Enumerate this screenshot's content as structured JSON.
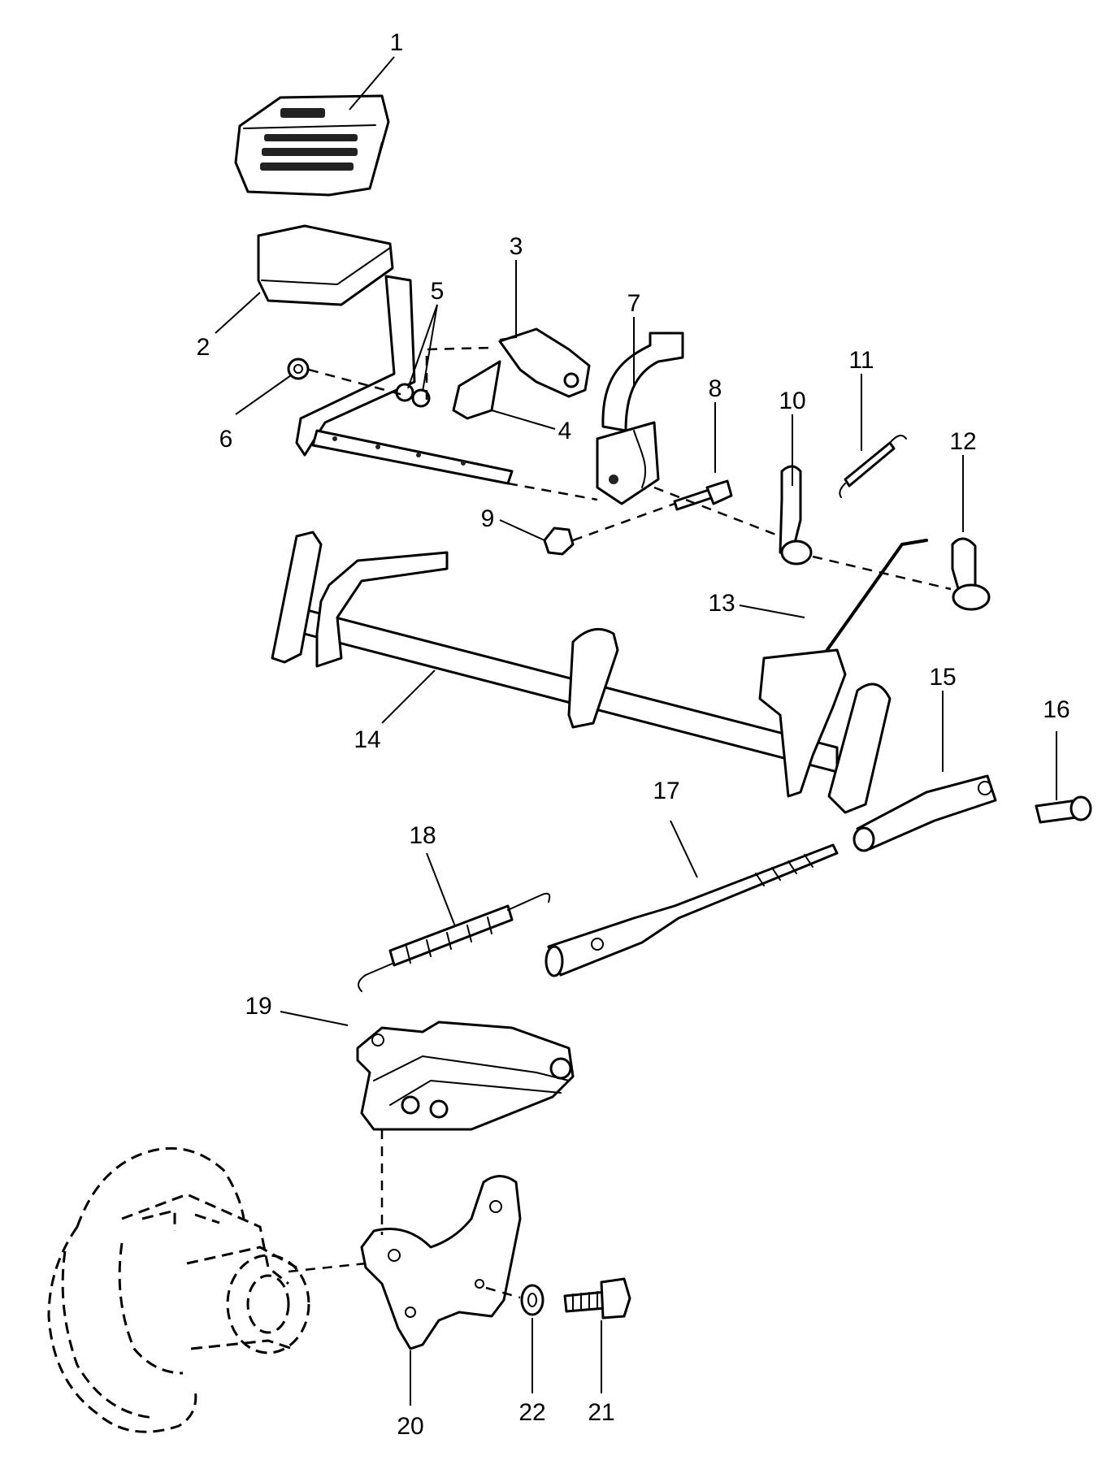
{
  "callouts": [
    {
      "n": "1",
      "part": "pedal-pad-cover"
    },
    {
      "n": "2",
      "part": "brake-pedal"
    },
    {
      "n": "3",
      "part": "bracket"
    },
    {
      "n": "4",
      "part": "lever"
    },
    {
      "n": "5",
      "part": "spacers"
    },
    {
      "n": "6",
      "part": "nut"
    },
    {
      "n": "7",
      "part": "pedal-arm"
    },
    {
      "n": "8",
      "part": "bolt"
    },
    {
      "n": "9",
      "part": "nut"
    },
    {
      "n": "10",
      "part": "lever"
    },
    {
      "n": "11",
      "part": "spring"
    },
    {
      "n": "12",
      "part": "lever"
    },
    {
      "n": "13",
      "part": "rod"
    },
    {
      "n": "14",
      "part": "cross-shaft"
    },
    {
      "n": "15",
      "part": "clevis"
    },
    {
      "n": "16",
      "part": "pin"
    },
    {
      "n": "17",
      "part": "brake-rod"
    },
    {
      "n": "18",
      "part": "return-spring"
    },
    {
      "n": "19",
      "part": "brake-caliper"
    },
    {
      "n": "20",
      "part": "mounting-bracket"
    },
    {
      "n": "21",
      "part": "cap-screw"
    },
    {
      "n": "22",
      "part": "lock-washer"
    }
  ]
}
